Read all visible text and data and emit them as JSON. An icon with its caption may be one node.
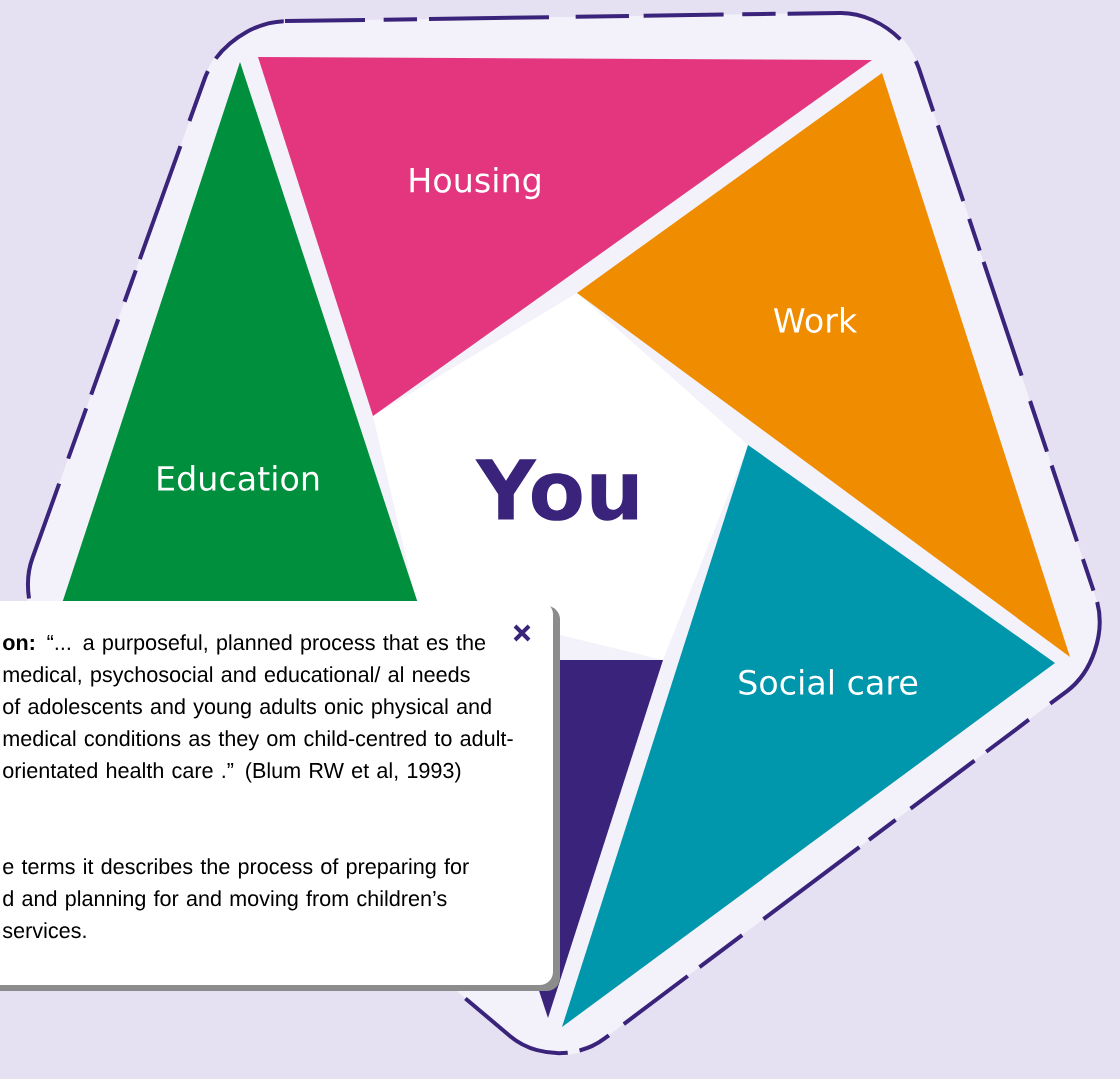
{
  "diagram": {
    "nodes": [
      {
        "text": [
          "Housing"
        ]
      },
      {
        "text": [
          "Work"
        ]
      },
      {
        "text": [
          "Education"
        ]
      },
      {
        "text": [
          "Social care"
        ]
      },
      {
        "text": [],
        "shape": "triangle"
      },
      {
        "text": [
          "**on:** “... a purposeful, planned process that es the medical, psychosocial and educational/ al needs of adolescents and young adults onic physical and medical conditions as they om child-centred to adult-orientated health care .” (Blum RW et al, 1993)",
          "e terms it describes the process of preparing for d and planning for and moving from children’s services."
        ]
      }
    ],
    "edges": [],
    "labels": [
      "You"
    ]
  }
}
